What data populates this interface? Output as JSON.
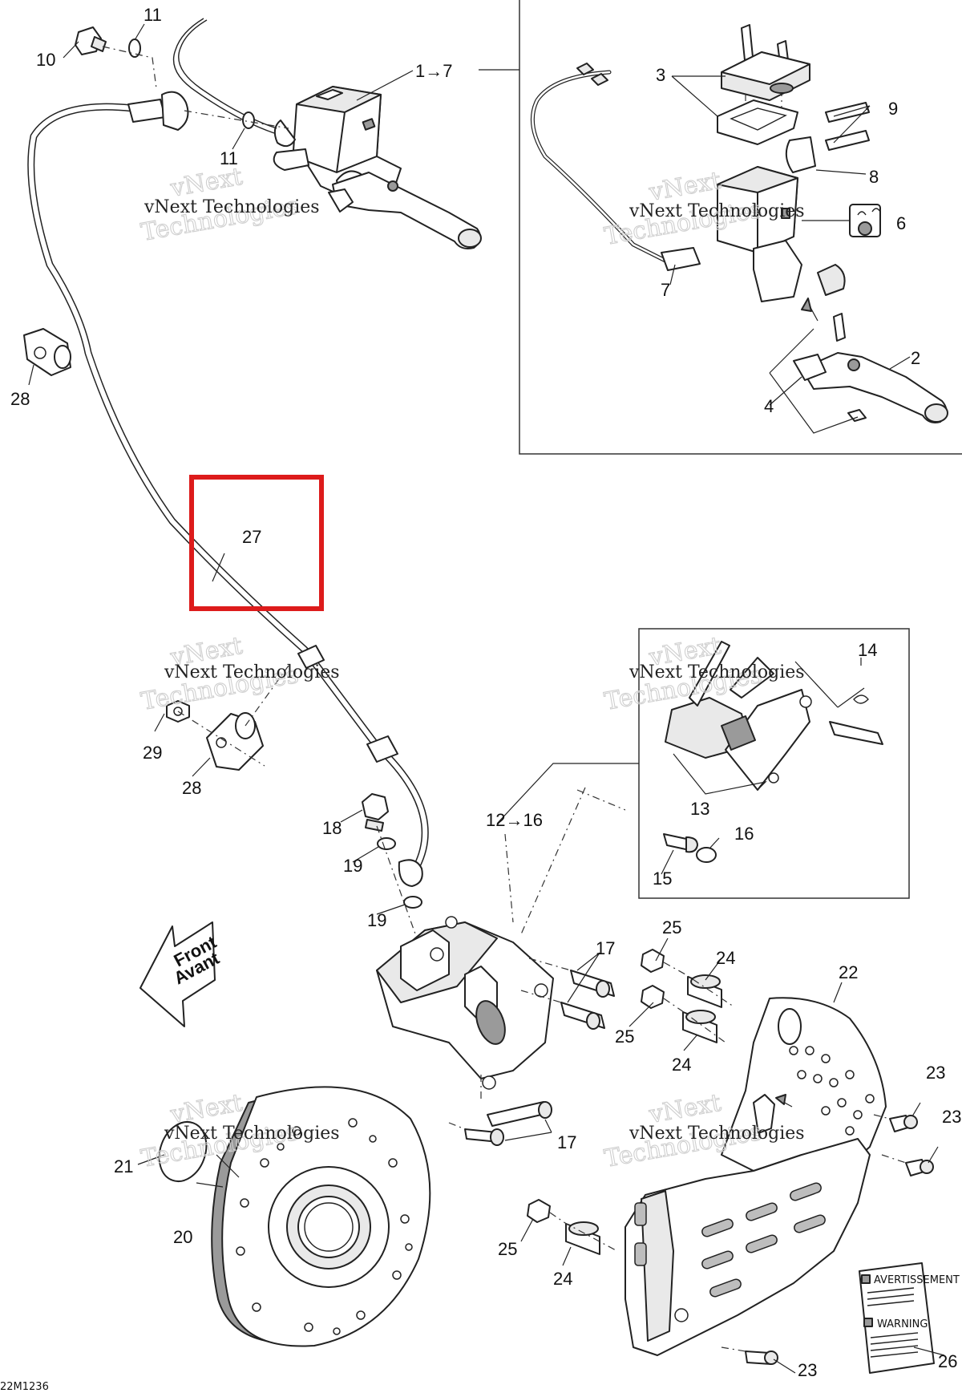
{
  "figure_code": "22M1236",
  "watermark": {
    "line1": "vNext Technologies",
    "ghost_top": "vNext",
    "ghost_bottom": "Technologies"
  },
  "front_arrow": {
    "line1": "Front",
    "line2": "Avant"
  },
  "highlight_color": "#dd1b1b",
  "labels": {
    "l1_7": "1→7",
    "l2": "2",
    "l3": "3",
    "l4": "4",
    "l6": "6",
    "l7": "7",
    "l8": "8",
    "l9": "9",
    "l10": "10",
    "l11a": "11",
    "l11b": "11",
    "l12_16": "12→16",
    "l13": "13",
    "l14": "14",
    "l15": "15",
    "l16": "16",
    "l17a": "17",
    "l17b": "17",
    "l18": "18",
    "l19a": "19",
    "l19b": "19",
    "l20": "20",
    "l21": "21",
    "l22": "22",
    "l23a": "23",
    "l23b": "23",
    "l23c": "23",
    "l24a": "24",
    "l24b": "24",
    "l24c": "24",
    "l25a": "25",
    "l25b": "25",
    "l25c": "25",
    "l26": "26",
    "l27": "27",
    "l28a": "28",
    "l28b": "28",
    "l29": "29"
  },
  "decal": {
    "line1": "AVERTISSEMENT",
    "line2": "WARNING"
  }
}
